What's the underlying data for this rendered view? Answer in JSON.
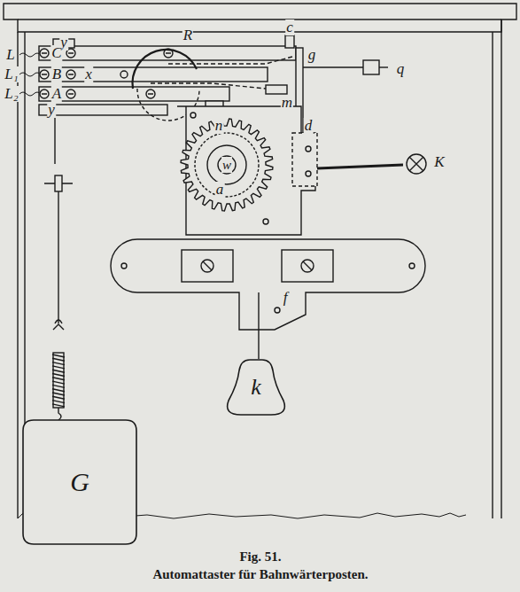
{
  "diagram": {
    "caption": "Automattaster für Bahnwärterposten.",
    "nodes": [
      {
        "text": [
          "k"
        ]
      },
      {
        "text": [
          "G"
        ]
      }
    ],
    "labels": [
      "L",
      "L₁",
      "L₂",
      "R",
      "y",
      "C",
      "B",
      "x",
      "A",
      "y",
      "c",
      "g",
      "q",
      "m",
      "n",
      "d",
      "K",
      "w",
      "a",
      "f",
      "Fig. 51."
    ]
  }
}
